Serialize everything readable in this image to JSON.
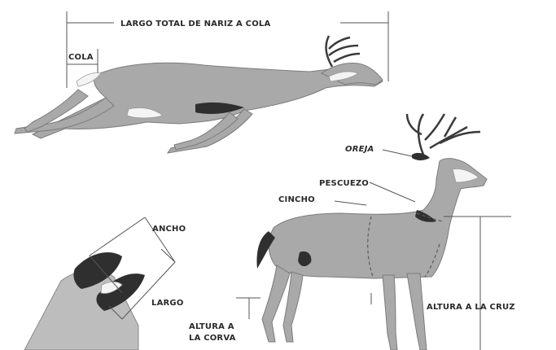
{
  "labels": {
    "total_length": "LARGO TOTAL DE NARIZ A COLA",
    "tail": "COLA",
    "ear": "OREJA",
    "neck": "PESCUEZO",
    "girth": "CINCHO",
    "width": "ANCHO",
    "length": "LARGO",
    "hock_height_line1": "ALTURA A",
    "hock_height_line2": "LA CORVA",
    "withers_height": "ALTURA A LA CRUZ"
  },
  "colors": {
    "body": "#a9a9a9",
    "dark": "#2f2f2f",
    "white": "#f4f4f4",
    "line": "#555555"
  }
}
